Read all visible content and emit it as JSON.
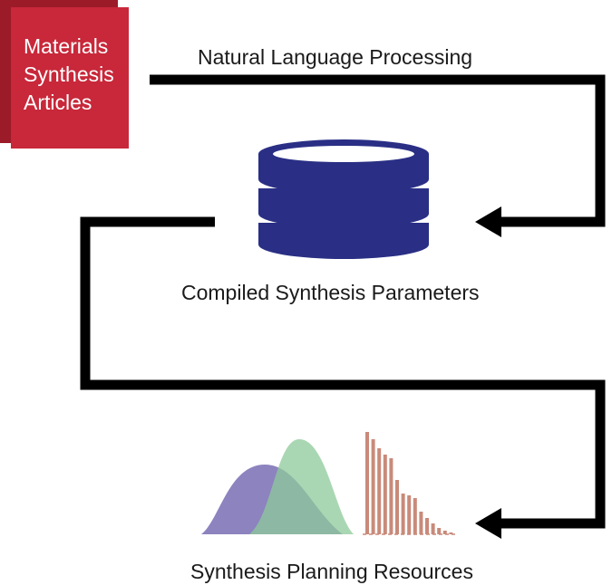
{
  "source": {
    "title": "Materials\nSynthesis\nArticles",
    "color_front": "#c8283a",
    "color_back": "#9b1c28"
  },
  "steps": {
    "nlp": "Natural Language Processing",
    "database": "Compiled Synthesis Parameters",
    "resources": "Synthesis Planning Resources"
  },
  "icons": {
    "database": "database-icon",
    "charts": "distribution-charts-icon"
  },
  "colors": {
    "arrow": "#000000",
    "database": "#2a2f85",
    "curve_purple": "#7f76b8",
    "curve_green": "#8ec99a",
    "bars": "#c98a7a"
  }
}
